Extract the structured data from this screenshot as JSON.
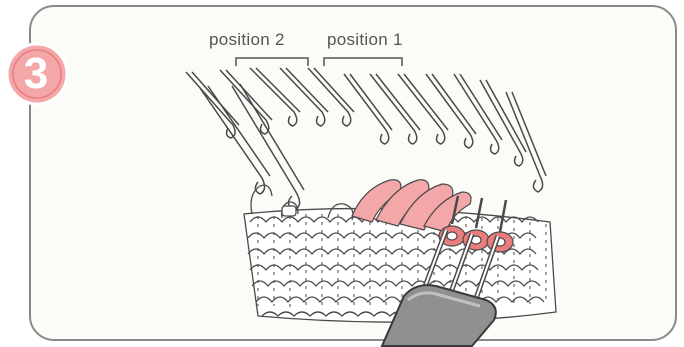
{
  "step_number": "3",
  "labels": {
    "position_2": "position 2",
    "position_1": "position 1"
  },
  "colors": {
    "accent_pink": "#f4a7a8",
    "accent_red": "#ea7c7d",
    "frame": "#8a8a8a",
    "line": "#4a4a4a",
    "tool_body": "#909090",
    "background": "#fbfbf8"
  },
  "icons": [
    "needle-icon",
    "latch-hook-icon",
    "latch-tool-icon",
    "knitted-stitch-icon"
  ]
}
